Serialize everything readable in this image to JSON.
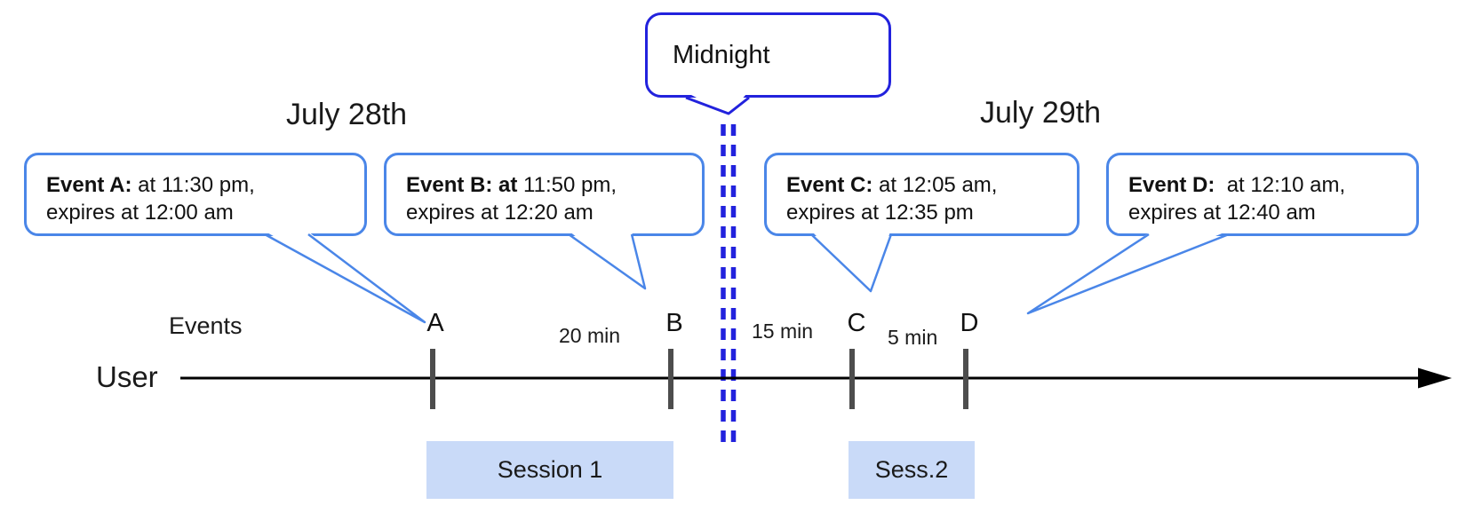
{
  "title": "Session timeline across midnight diagram",
  "dates": {
    "left": "July 28th",
    "right": "July 29th"
  },
  "midnight": {
    "label": "Midnight"
  },
  "axis": {
    "events_label": "Events",
    "user_label": "User"
  },
  "callouts": [
    {
      "event": "A",
      "bold": "Event A:",
      "rest": " at 11:30 pm,",
      "line2": "expires at 12:00 am"
    },
    {
      "event": "B",
      "bold": "Event B: at",
      "rest": " 11:50 pm,",
      "line2": "expires at 12:20 am"
    },
    {
      "event": "C",
      "bold": "Event C:",
      "rest": " at 12:05 am,",
      "line2": "expires at 12:35 pm"
    },
    {
      "event": "D",
      "bold": "Event D:",
      "rest": "  at 12:10 am,",
      "line2": "expires at 12:40 am"
    }
  ],
  "ticks": [
    {
      "label": "A"
    },
    {
      "label": "B"
    },
    {
      "label": "C"
    },
    {
      "label": "D"
    }
  ],
  "gaps": [
    {
      "between": "A-B",
      "label": "20 min"
    },
    {
      "between": "B-C",
      "label": "15 min"
    },
    {
      "between": "C-D",
      "label": "5 min"
    }
  ],
  "sessions": [
    {
      "label": "Session 1"
    },
    {
      "label": "Sess.2"
    }
  ],
  "colors": {
    "event_bubble_border": "#4a86e8",
    "midnight_blue": "#2222dd",
    "session_fill": "#c9daf8",
    "tick_gray": "#4d4d4d",
    "timeline": "#000000"
  }
}
